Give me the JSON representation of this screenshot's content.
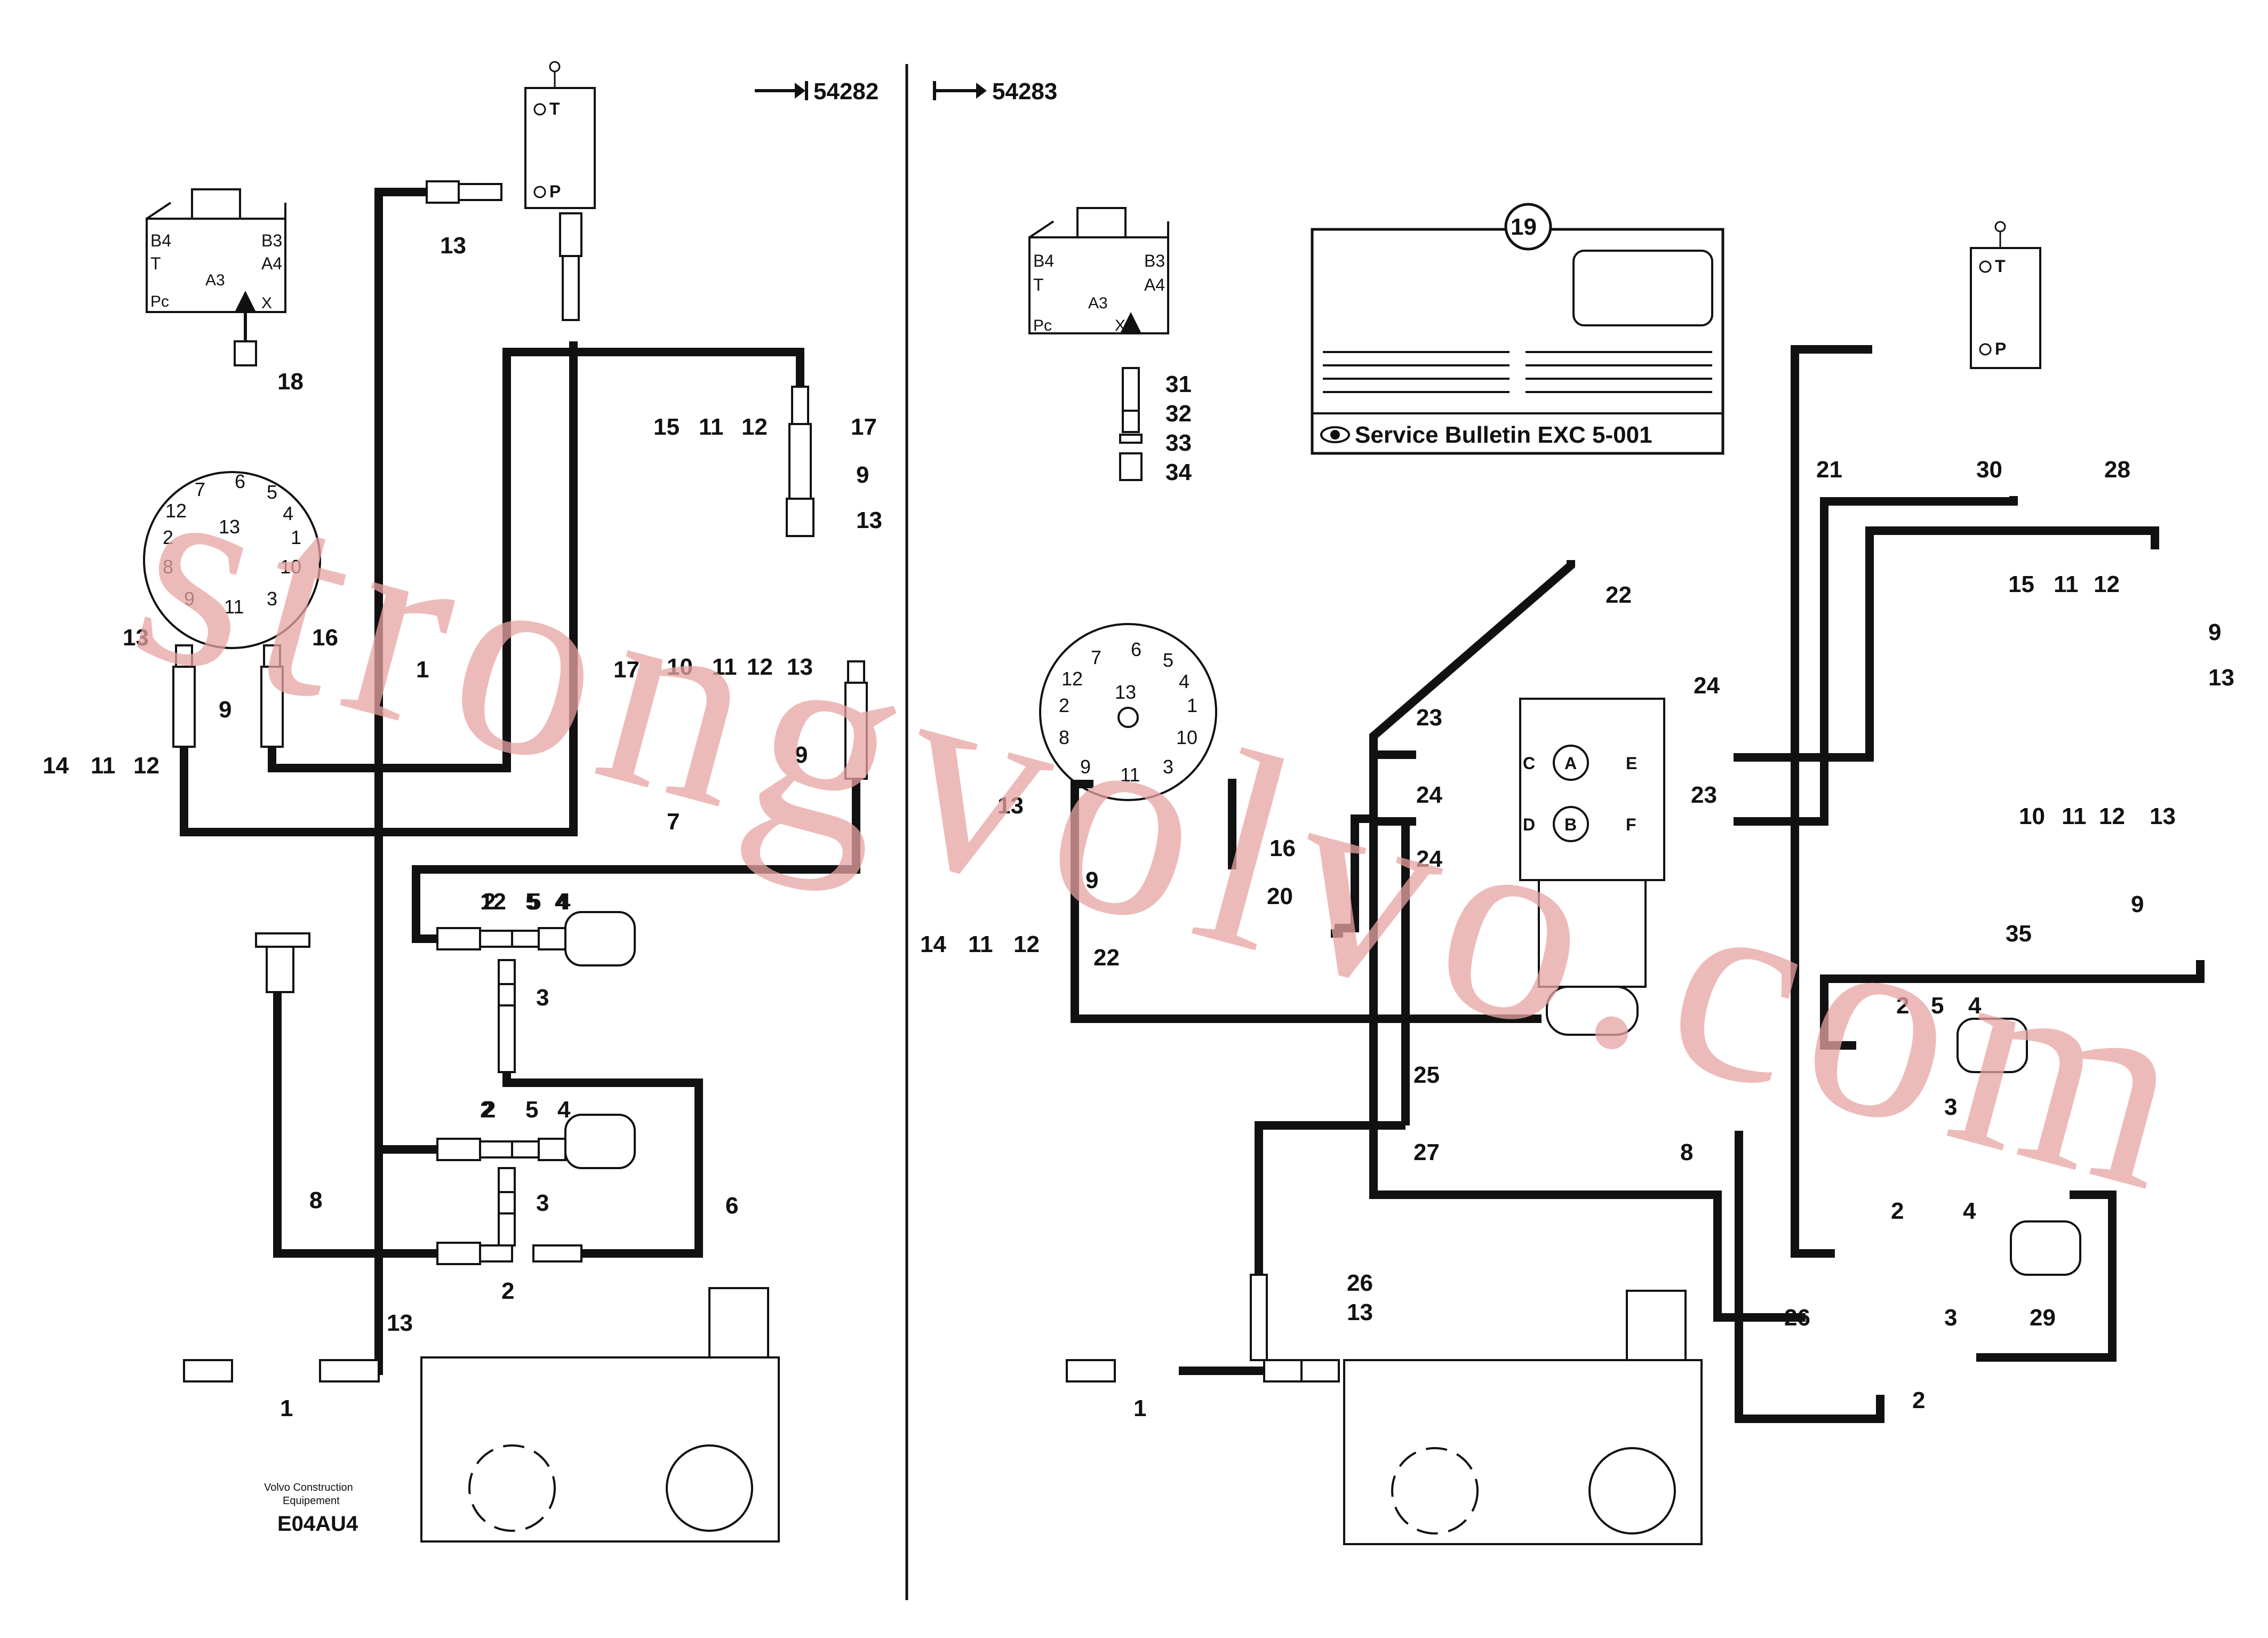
{
  "header": {
    "left_ref": "54282",
    "right_ref": "54283"
  },
  "service_bulletin": {
    "callout": "19",
    "text": "Service Bulletin EXC 5-001"
  },
  "valve_block": {
    "ports": [
      "B4",
      "T",
      "Pc",
      "A3",
      "X",
      "B3",
      "A4"
    ]
  },
  "tank_ports": {
    "t": "T",
    "p": "P"
  },
  "control_valve_ports": [
    "A",
    "B",
    "C",
    "D",
    "E",
    "F"
  ],
  "pattern_dial": {
    "numbers": [
      "7",
      "6",
      "5",
      "12",
      "13",
      "4",
      "2",
      "1",
      "8",
      "10",
      "9",
      "11",
      "3"
    ]
  },
  "callouts_left": [
    "13",
    "18",
    "15",
    "11",
    "12",
    "17",
    "9",
    "13",
    "7",
    "6",
    "5",
    "4",
    "12",
    "2",
    "8",
    "10",
    "11",
    "12",
    "13",
    "9",
    "14",
    "11",
    "12",
    "9",
    "1",
    "17",
    "16",
    "13",
    "2",
    "5",
    "4",
    "3",
    "2",
    "5",
    "4",
    "3",
    "8",
    "6",
    "2",
    "13",
    "1"
  ],
  "callouts_right": [
    "31",
    "32",
    "33",
    "34",
    "22",
    "24",
    "23",
    "24",
    "23",
    "24",
    "13",
    "9",
    "14",
    "11",
    "12",
    "22",
    "16",
    "20",
    "21",
    "30",
    "28",
    "15",
    "11",
    "12",
    "9",
    "13",
    "10",
    "11",
    "12",
    "13",
    "9",
    "35",
    "2",
    "5",
    "4",
    "3",
    "8",
    "2",
    "4",
    "3",
    "26",
    "29",
    "2",
    "26",
    "13",
    "1",
    "25",
    "27",
    "7",
    "6",
    "5",
    "4",
    "12",
    "13",
    "2",
    "1",
    "8",
    "10",
    "9",
    "11",
    "3"
  ],
  "footer": {
    "brand_line1": "Volvo Construction",
    "brand_line2": "Equipement",
    "code": "E04AU4"
  },
  "watermark": "strongvolvo.com"
}
